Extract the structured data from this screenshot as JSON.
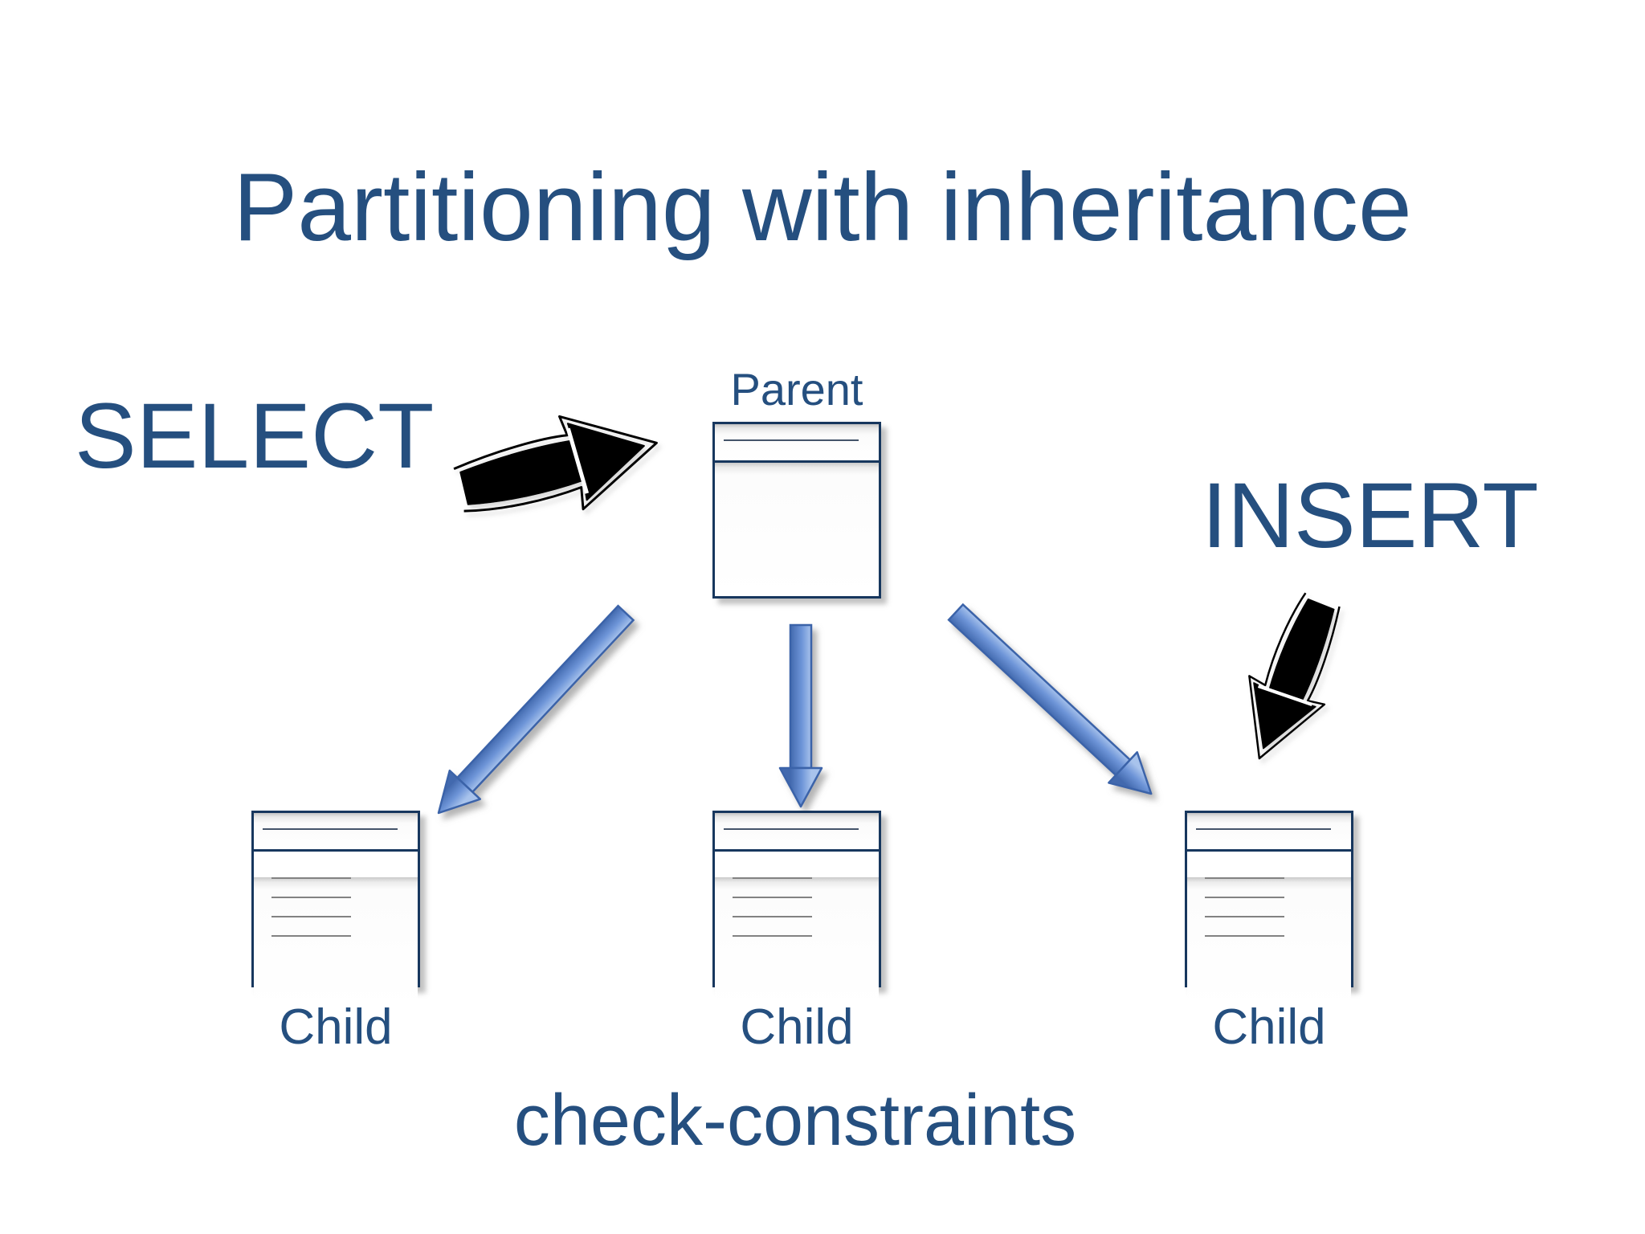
{
  "slide": {
    "title": "Partitioning with inheritance",
    "select_label": "SELECT",
    "insert_label": "INSERT",
    "bottom_label": "check-constraints",
    "parent_table": {
      "label": "Parent"
    },
    "child_tables": [
      {
        "label": "Child"
      },
      {
        "label": "Child"
      },
      {
        "label": "Child"
      }
    ],
    "colors": {
      "text_blue": "#254F7F",
      "table_border_navy": "#17375E",
      "table_header_line": "#44546A",
      "table_row_line": "#828282",
      "inheritance_arrow_light": "#A8C3EC",
      "inheritance_arrow_mid": "#6E95D8",
      "inheritance_arrow_dark": "#4269AE",
      "inheritance_arrow_outline": "#3B63A9",
      "sketch_arrow_black": "#000000"
    }
  }
}
